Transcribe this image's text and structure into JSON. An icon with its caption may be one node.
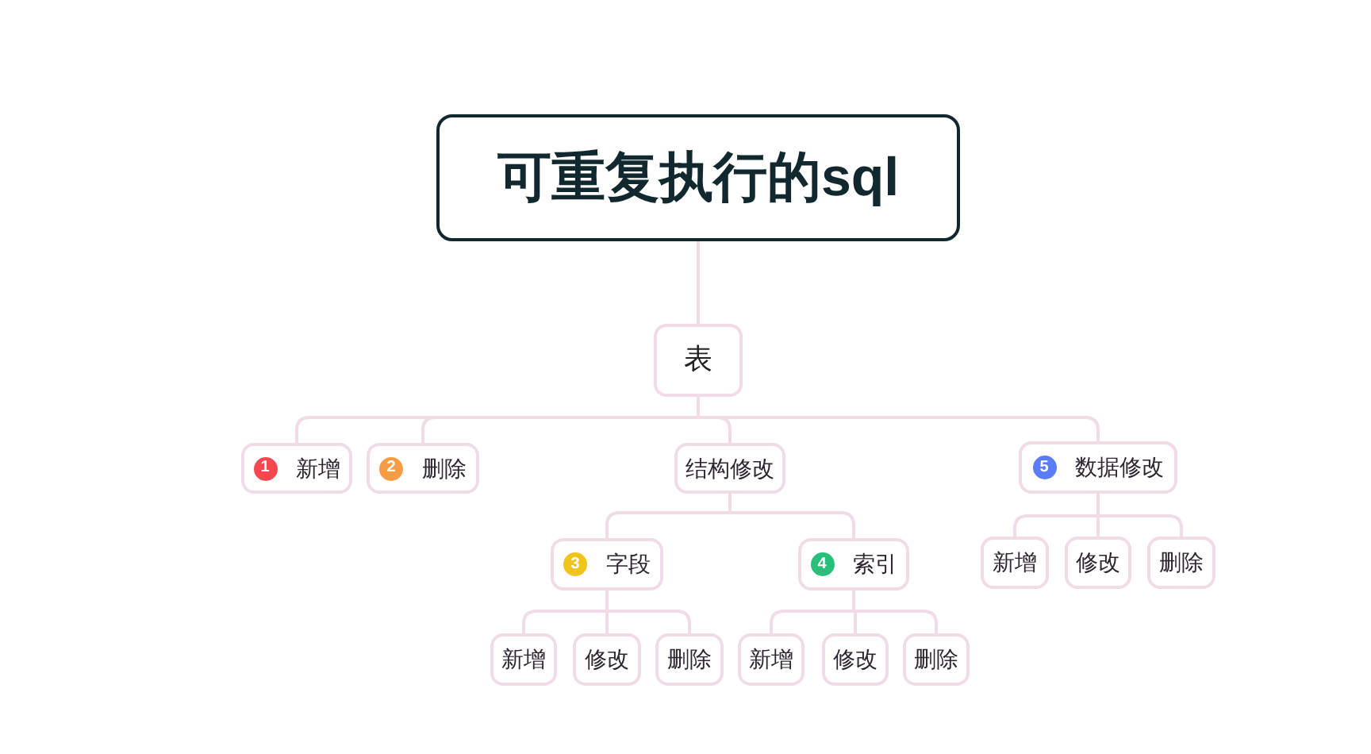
{
  "diagram": {
    "nodes": [
      {
        "text": [
          "可重复执行的sql"
        ]
      },
      {
        "text": [
          "表"
        ]
      },
      {
        "text": [
          "1",
          "新增"
        ]
      },
      {
        "text": [
          "2",
          "删除"
        ]
      },
      {
        "text": [
          "结构修改"
        ]
      },
      {
        "text": [
          "3",
          "字段"
        ]
      },
      {
        "text": [
          "新增"
        ]
      },
      {
        "text": [
          "修改"
        ]
      },
      {
        "text": [
          "删除"
        ]
      },
      {
        "text": [
          "4",
          "索引"
        ]
      },
      {
        "text": [
          "新增"
        ]
      },
      {
        "text": [
          "修改"
        ]
      },
      {
        "text": [
          "删除"
        ]
      },
      {
        "text": [
          "5",
          "数据修改"
        ]
      },
      {
        "text": [
          "新增"
        ]
      },
      {
        "text": [
          "修改"
        ]
      },
      {
        "text": [
          "删除"
        ]
      }
    ],
    "edges": [
      {
        "from": 0,
        "to": 1,
        "arrow": "none"
      },
      {
        "from": 1,
        "to": 2,
        "arrow": "none"
      },
      {
        "from": 1,
        "to": 3,
        "arrow": "none"
      },
      {
        "from": 1,
        "to": 4,
        "arrow": "none"
      },
      {
        "from": 1,
        "to": 13,
        "arrow": "none"
      },
      {
        "from": 4,
        "to": 5,
        "arrow": "none"
      },
      {
        "from": 4,
        "to": 9,
        "arrow": "none"
      },
      {
        "from": 5,
        "to": 6,
        "arrow": "none"
      },
      {
        "from": 5,
        "to": 7,
        "arrow": "none"
      },
      {
        "from": 5,
        "to": 8,
        "arrow": "none"
      },
      {
        "from": 9,
        "to": 10,
        "arrow": "none"
      },
      {
        "from": 9,
        "to": 11,
        "arrow": "none"
      },
      {
        "from": 9,
        "to": 12,
        "arrow": "none"
      },
      {
        "from": 13,
        "to": 14,
        "arrow": "none"
      },
      {
        "from": 13,
        "to": 15,
        "arrow": "none"
      },
      {
        "from": 13,
        "to": 16,
        "arrow": "none"
      }
    ]
  }
}
